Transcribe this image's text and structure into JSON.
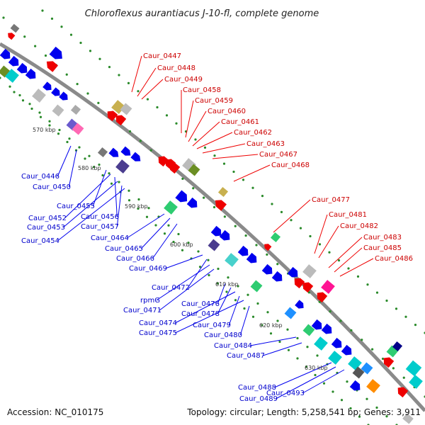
{
  "title": "Chloroflexus aurantiacus J-10-fl, complete genome",
  "accession": "Accession: NC_010175",
  "topology": "Topology: circular; Length: 5,258,541 bp; Genes: 3,911",
  "ticks": [
    "570 kbp",
    "580 kbp",
    "590 kbp",
    "600 kbp",
    "610 kbp",
    "620 kbp",
    "630 kbp"
  ],
  "forward_labels": [
    "Caur_0447",
    "Caur_0448",
    "Caur_0449",
    "Caur_0458",
    "Caur_0459",
    "Caur_0460",
    "Caur_0461",
    "Caur_0462",
    "Caur_0463",
    "Caur_0467",
    "Caur_0468",
    "Caur_0477",
    "Caur_0481",
    "Caur_0482",
    "Caur_0483",
    "Caur_0485",
    "Caur_0486"
  ],
  "reverse_labels": [
    "Caur_0446",
    "Caur_0450",
    "Caur_0455",
    "Caur_0452",
    "Caur_0456",
    "Caur_0453",
    "Caur_0457",
    "Caur_0454",
    "Caur_0464",
    "Caur_0465",
    "Caur_0466",
    "Caur_0469",
    "Caur_0472",
    "rpmG",
    "Caur_0471",
    "Caur_0476",
    "Caur_0478",
    "Caur_0474",
    "Caur_0479",
    "Caur_0475",
    "Caur_0480",
    "Caur_0484",
    "Caur_0487",
    "Caur_0488",
    "Caur_0493",
    "Caur_0489"
  ],
  "colors": {
    "forward": "#ee0000",
    "reverse": "#0000ee",
    "backbone": "#888888",
    "dots": "#2a8a2a"
  }
}
